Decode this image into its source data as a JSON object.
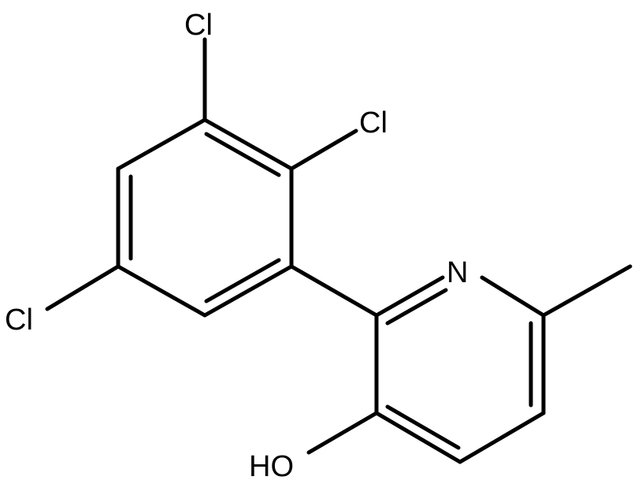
{
  "molecule": {
    "atoms": {
      "cl_top": "Cl",
      "cl_right": "Cl",
      "cl_left": "Cl",
      "n_ring": "N",
      "hydroxyl": "HO"
    }
  },
  "colors": {
    "bond": "#000000",
    "label": "#000000",
    "background": "#ffffff"
  }
}
